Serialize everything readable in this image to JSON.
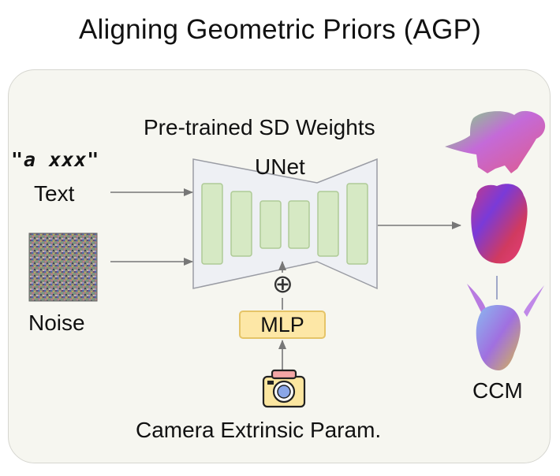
{
  "title": "Aligning Geometric Priors (AGP)",
  "weights_label": "Pre-trained SD Weights",
  "unet_label": "UNet",
  "text_prompt": "\"a xxx\"",
  "text_label": "Text",
  "noise_label": "Noise",
  "mlp_label": "MLP",
  "camera_label": "Camera Extrinsic Param.",
  "output_label": "CCM",
  "plus_symbol": "⊕",
  "icons": [
    "camera-icon",
    "dog-ccm-icon",
    "head-ccm-icon",
    "bunny-ccm-icon"
  ],
  "colors": {
    "layer_fill": "#d6e9c4",
    "layer_stroke": "#aeca96",
    "mlp_fill": "#fde7a6",
    "unet_fill": "#eef0f4"
  }
}
